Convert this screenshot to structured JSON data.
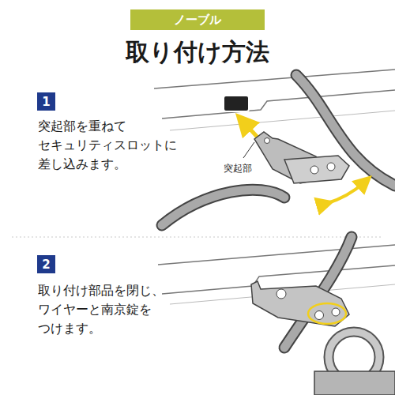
{
  "diagram": {
    "title": "取り付け方法",
    "nodes": [
      {
        "text": [
          "ノーブル"
        ]
      },
      {
        "text": [
          "1"
        ]
      },
      {
        "text": [
          "2"
        ]
      }
    ],
    "labels": [
      "突起部を重ねて セキュリティスロットに 差し込みます。",
      "突起部",
      "取り付け部品を閉じ、 ワイヤーと南京錠を つけます。"
    ]
  }
}
